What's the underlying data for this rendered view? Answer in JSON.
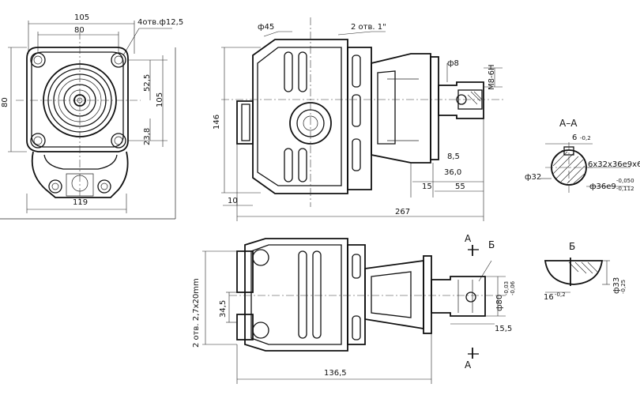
{
  "dimensions": {
    "front_width": "105",
    "bolt_spacing": "80",
    "mounting_holes": "4отв.ф12,5",
    "height_upper": "52,5",
    "flange_height": "105",
    "left_height": "80",
    "lower_offset": "23,8",
    "base_width": "119",
    "bore_diameter": "ф45",
    "ports": "2 отв. 1\"",
    "shaft_dia": "ф8",
    "thread": "M8-6H",
    "body_height": "146",
    "step_8_5": "8,5",
    "len_36": "36,0",
    "len_15": "15",
    "len_55": "55",
    "len_10": "10",
    "total_length": "267",
    "key_width": "6",
    "key_width_tol": "-0,2",
    "shaft_32": "ф32",
    "spline": "6x32x36e9x6",
    "spline_od": "ф36е9",
    "spline_tol_upper": "-0,050",
    "spline_tol_lower": "-0,112",
    "ports_bottom": "2 отв. 2,7x20mm",
    "offset_34_5": "34,5",
    "pilot_dia": "ф80",
    "pilot_tol_upper": "-0,03",
    "pilot_tol_lower": "-0,06",
    "len_15_5": "15,5",
    "len_136_5": "136,5",
    "detail_16": "16",
    "detail_16_tol": "-0,2",
    "detail_33": "ф33",
    "detail_33_tol": "-0,25"
  },
  "section_labels": {
    "section_aa": "А–А",
    "section_a_top": "А",
    "section_a_bottom": "А",
    "view_b": "Б",
    "detail_b": "Б"
  }
}
